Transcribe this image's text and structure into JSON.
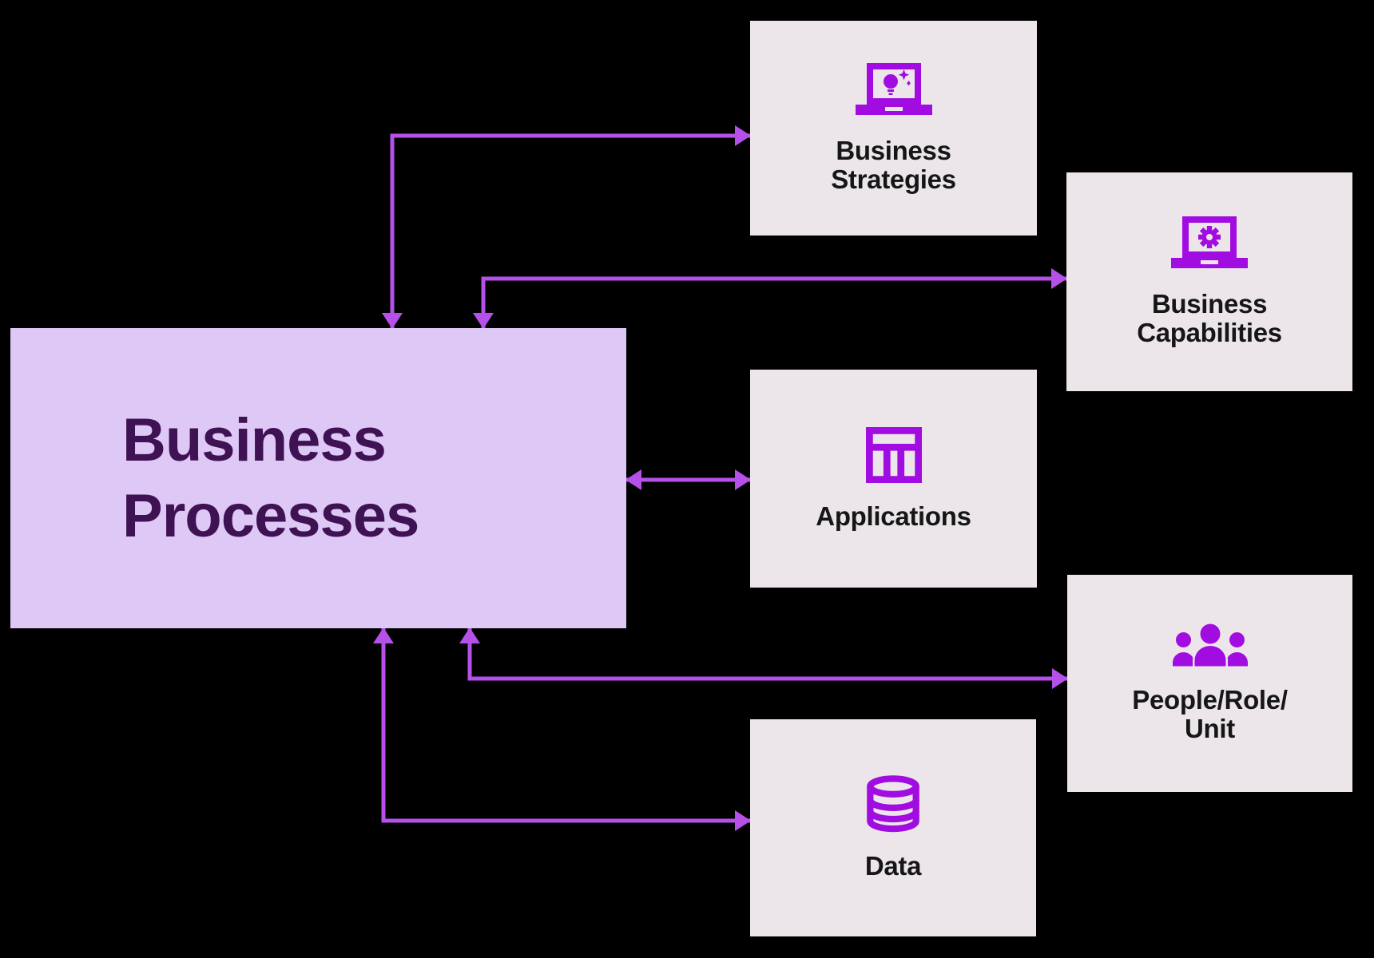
{
  "title": "Business Processes relationship diagram",
  "colors": {
    "background": "#000000",
    "main_fill": "#dec8f6",
    "main_text": "#3f1253",
    "node_fill": "#ece6eb",
    "node_text": "#161616",
    "icon": "#a10de0",
    "arrow": "#b551e9"
  },
  "main_node": {
    "label": "Business Processes",
    "lines": [
      "Business",
      "Processes"
    ]
  },
  "nodes": {
    "business_strategies": {
      "label": "Business Strategies",
      "lines": [
        "Business",
        "Strategies"
      ],
      "icon": "laptop-idea-icon"
    },
    "business_capabilities": {
      "label": "Business Capabilities",
      "lines": [
        "Business",
        "Capabilities"
      ],
      "icon": "laptop-gear-icon"
    },
    "applications": {
      "label": "Applications",
      "lines": [
        "Applications"
      ],
      "icon": "table-columns-icon"
    },
    "people_role_unit": {
      "label": "People/Role/Unit",
      "lines": [
        "People/Role/",
        "Unit"
      ],
      "icon": "people-group-icon"
    },
    "data": {
      "label": "Data",
      "lines": [
        "Data"
      ],
      "icon": "database-icon"
    }
  },
  "connectors": [
    {
      "from": "business-processes",
      "to": "business-strategies",
      "style": "elbow",
      "heads": "both"
    },
    {
      "from": "business-processes",
      "to": "business-capabilities",
      "style": "elbow",
      "heads": "both"
    },
    {
      "from": "business-processes",
      "to": "applications",
      "style": "straight",
      "heads": "both"
    },
    {
      "from": "business-processes",
      "to": "people-role-unit",
      "style": "elbow",
      "heads": "both"
    },
    {
      "from": "business-processes",
      "to": "data",
      "style": "elbow",
      "heads": "both"
    }
  ]
}
